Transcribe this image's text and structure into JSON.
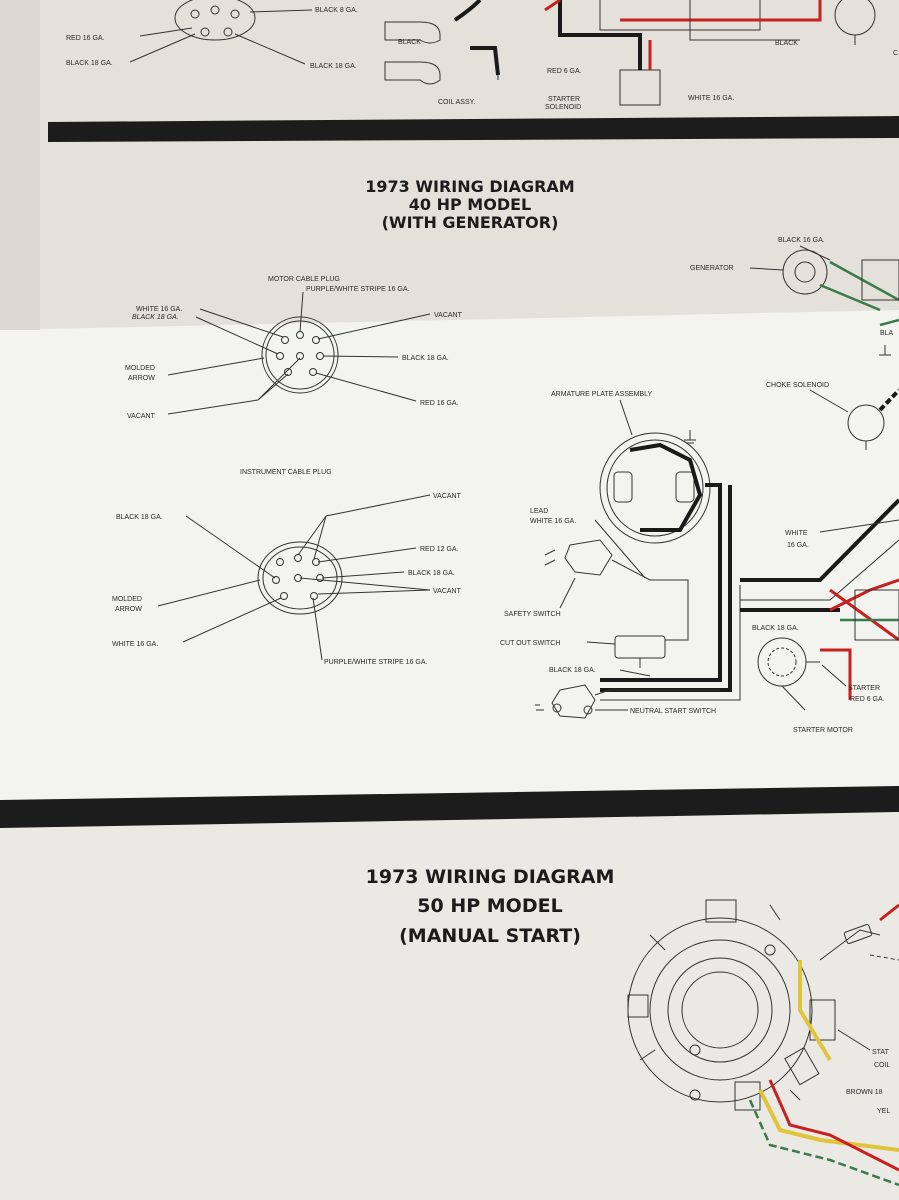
{
  "colors": {
    "paper_top": "#e4e1da",
    "paper_mid": "#f3f3ef",
    "paper_bottom": "#ebe9e4",
    "band": "#1c1c1c",
    "wire_red": "#c8201e",
    "wire_green": "#3b7a4a",
    "wire_yellow": "#e0c43a",
    "wire_black": "#1a1a1a"
  },
  "top_section": {
    "labels": {
      "black8": "BLACK 8 GA.",
      "red16": "RED 16 GA.",
      "black18_left": "BLACK 18 GA.",
      "black18_right": "BLACK 18 GA.",
      "black_center": "BLACK",
      "coil_assy": "COIL ASSY.",
      "red6": "RED 6 GA.",
      "starter_solenoid_1": "STARTER",
      "starter_solenoid_2": "SOLENOID",
      "white16": "WHITE 16 GA.",
      "black_right": "BLACK",
      "c_edge": "C"
    }
  },
  "section_40hp": {
    "title_line1": "1973 WIRING DIAGRAM",
    "title_line2": "40 HP MODEL",
    "title_line3": "(WITH GENERATOR)",
    "motor_plug": {
      "heading": "MOTOR CABLE PLUG",
      "purple_white": "PURPLE/WHITE STRIPE 16 GA.",
      "white16": "WHITE 16 GA.",
      "black18_small": "BLACK 18 GA.",
      "vacant_right": "VACANT",
      "black18": "BLACK 18 GA.",
      "molded_1": "MOLDED",
      "molded_2": "ARROW",
      "red16": "RED 16 GA.",
      "vacant_bottom": "VACANT"
    },
    "instrument_plug": {
      "heading": "INSTRUMENT CABLE PLUG",
      "vacant_top": "VACANT",
      "black18_left": "BLACK 18 GA.",
      "red12": "RED 12 GA.",
      "black18_right": "BLACK 18 GA.",
      "vacant_mid": "VACANT",
      "molded_1": "MOLDED",
      "molded_2": "ARROW",
      "white16": "WHITE 16 GA.",
      "purple_white": "PURPLE/WHITE STRIPE 16 GA."
    },
    "components": {
      "generator": "GENERATOR",
      "black16": "BLACK 16 GA.",
      "choke_solenoid": "CHOKE SOLENOID",
      "armature": "ARMATURE PLATE ASSEMBLY",
      "lead_1": "LEAD",
      "lead_2": "WHITE 16 GA.",
      "safety_switch": "SAFETY SWITCH",
      "cut_out_switch": "CUT OUT SWITCH",
      "black18_a": "BLACK 18 GA.",
      "black18_b": "BLACK 18 GA.",
      "neutral_start": "NEUTRAL START SWITCH",
      "white_1": "WHITE",
      "white_2": "16 GA.",
      "starter_1": "STARTER",
      "starter_2": "RED 6 GA.",
      "starter_motor": "STARTER MOTOR",
      "bla_edge": "BLA"
    }
  },
  "section_50hp": {
    "title_line1": "1973 WIRING DIAGRAM",
    "title_line2": "50 HP MODEL",
    "title_line3": "(MANUAL START)",
    "labels": {
      "stator_1": "STAT",
      "stator_2": "COIL",
      "brown": "BROWN 18",
      "yellow": "YEL"
    }
  }
}
